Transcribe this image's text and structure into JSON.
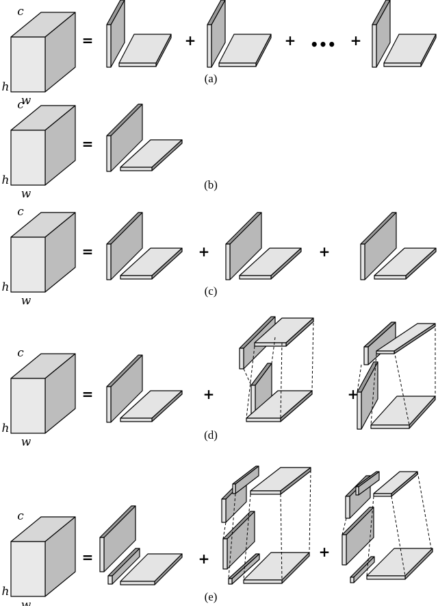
{
  "colors": {
    "cube_front": "#e9e9e9",
    "cube_top": "#d7d7d7",
    "cube_side": "#bdbdbd",
    "slab_dark": "#b8b8b8",
    "slab_light": "#e4e4e4",
    "slab_edge": "#9a9a9a",
    "outline": "#000000"
  },
  "dims": {
    "c": "c",
    "h": "h",
    "w": "w"
  },
  "operators": {
    "equals": "=",
    "plus": "+",
    "ellipsis": "•••"
  },
  "panels": [
    {
      "caption": "(a)"
    },
    {
      "caption": "(b)"
    },
    {
      "caption": "(c)"
    },
    {
      "caption": "(d)"
    },
    {
      "caption": "(e)"
    }
  ]
}
